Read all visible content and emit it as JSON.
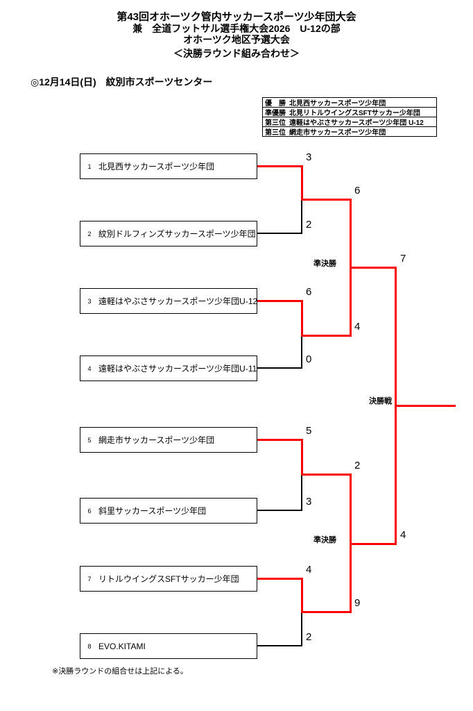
{
  "accent_color": "#ff0000",
  "header": {
    "title_line1": "第43回オホーツク管内サッカースポーツ少年団大会",
    "title_line2": "兼　全道フットサル選手権大会2026　U-12の部",
    "title_line3": "オホーツク地区予選大会",
    "title_line4": "＜決勝ラウンド組み合わせ＞"
  },
  "event_info": "◎12月14日(日)　紋別市スポーツセンター",
  "results": {
    "rows": [
      {
        "rank": "優　勝",
        "team": "北見西サッカースポーツ少年団"
      },
      {
        "rank": "準優勝",
        "team": "北見リトルウイングスSFTサッカー少年団"
      },
      {
        "rank": "第三位",
        "team": "遠軽はやぶさサッカースポーツ少年団 U-12"
      },
      {
        "rank": "第三位",
        "team": "網走市サッカースポーツ少年団"
      }
    ]
  },
  "bracket": {
    "teams": [
      {
        "seed": "1",
        "name": "北見西サッカースポーツ少年団",
        "r1_score": "3"
      },
      {
        "seed": "2",
        "name": "紋別ドルフィンズサッカースポーツ少年団",
        "r1_score": "2"
      },
      {
        "seed": "3",
        "name": "遠軽はやぶさサッカースポーツ少年団U-12",
        "r1_score": "6"
      },
      {
        "seed": "4",
        "name": "遠軽はやぶさサッカースポーツ少年団U-11",
        "r1_score": "0"
      },
      {
        "seed": "5",
        "name": "網走市サッカースポーツ少年団",
        "r1_score": "5"
      },
      {
        "seed": "6",
        "name": "斜里サッカースポーツ少年団",
        "r1_score": "3"
      },
      {
        "seed": "7",
        "name": "リトルウイングスSFTサッカー少年団",
        "r1_score": "4"
      },
      {
        "seed": "8",
        "name": "EVO.KITAMI",
        "r1_score": "2"
      }
    ],
    "semifinal_scores": [
      "6",
      "4",
      "2",
      "9"
    ],
    "final_scores": [
      "7",
      "4"
    ],
    "labels": {
      "semifinal": "準決勝",
      "final": "決勝戦"
    }
  },
  "footnote": "※決勝ラウンドの組合せは上記による。"
}
